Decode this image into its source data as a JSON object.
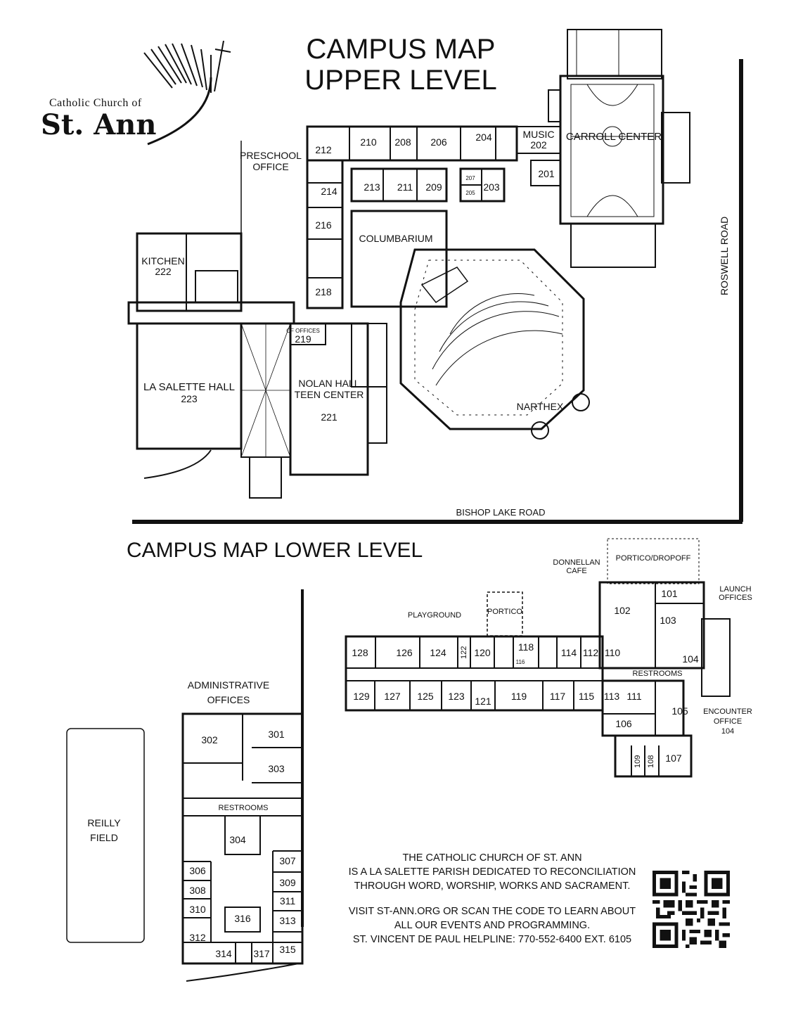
{
  "titles": {
    "upper_line1": "CAMPUS MAP",
    "upper_line2": "UPPER LEVEL",
    "lower": "CAMPUS MAP LOWER LEVEL"
  },
  "logo": {
    "line1": "Catholic Church of",
    "line2": "St. Ann",
    "icon": "sunrise-cross-logo"
  },
  "roads": {
    "roswell": "ROSWELL ROAD",
    "bishop_lake": "BISHOP LAKE ROAD"
  },
  "upper": {
    "carroll_center": "CARROLL CENTER",
    "music": "MUSIC",
    "r202": "202",
    "r201": "201",
    "r204": "204",
    "r206": "206",
    "r208": "208",
    "r210": "210",
    "r212": "212",
    "r213": "213",
    "r211": "211",
    "r209": "209",
    "r207": "207",
    "r205": "205",
    "r203": "203",
    "r214": "214",
    "r216": "216",
    "r218": "218",
    "r219": "219",
    "cf_offices": "CF OFFICES",
    "preschool_office": "PRESCHOOL OFFICE",
    "columbarium": "COLUMBARIUM",
    "kitchen": "KITCHEN",
    "kitchen_num": "222",
    "la_salette": "LA SALETTE HALL",
    "la_salette_num": "223",
    "nolan_hall": "NOLAN HALL",
    "teen_center": "TEEN CENTER",
    "nolan_num": "221",
    "narthex": "NARTHEX"
  },
  "lower_parish": {
    "portico_dropoff": "PORTICO/DROPOFF",
    "donnellan_cafe": "DONNELLAN CAFE",
    "launch_offices": "LAUNCH OFFICES",
    "playground": "PLAYGROUND",
    "portico": "PORTICO",
    "restrooms": "RESTROOMS",
    "encounter_office": "ENCOUNTER OFFICE",
    "encounter_num": "104",
    "rooms": {
      "r101": "101",
      "r102": "102",
      "r103": "103",
      "r104": "104",
      "r105": "105",
      "r106": "106",
      "r107": "107",
      "r108": "108",
      "r109": "109",
      "r110": "110",
      "r111": "111",
      "r112": "112",
      "r113": "113",
      "r114": "114",
      "r115": "115",
      "r116": "116",
      "r117": "117",
      "r118": "118",
      "r119": "119",
      "r120": "120",
      "r121": "121",
      "r122": "122",
      "r123": "123",
      "r124": "124",
      "r125": "125",
      "r126": "126",
      "r127": "127",
      "r128": "128",
      "r129": "129"
    }
  },
  "admin": {
    "title": "ADMINISTRATIVE OFFICES",
    "restrooms": "RESTROOMS",
    "reilly_field": "REILLY FIELD",
    "rooms": {
      "r301": "301",
      "r302": "302",
      "r303": "303",
      "r304": "304",
      "r306": "306",
      "r307": "307",
      "r308": "308",
      "r309": "309",
      "r310": "310",
      "r311": "311",
      "r312": "312",
      "r313": "313",
      "r314": "314",
      "r315": "315",
      "r316": "316",
      "r317": "317"
    }
  },
  "mission": {
    "line1": "THE CATHOLIC CHURCH OF ST. ANN",
    "line2": "IS A LA SALETTE PARISH DEDICATED TO RECONCILIATION",
    "line3": "THROUGH WORD, WORSHIP, WORKS AND SACRAMENT.",
    "line4": "VISIT ST-ANN.ORG OR SCAN THE CODE TO LEARN ABOUT",
    "line5": "ALL OUR EVENTS AND PROGRAMMING.",
    "line6": "ST. VINCENT DE PAUL HELPLINE: 770-552-6400 EXT. 6105"
  },
  "qr_icon": "qr-code-icon"
}
